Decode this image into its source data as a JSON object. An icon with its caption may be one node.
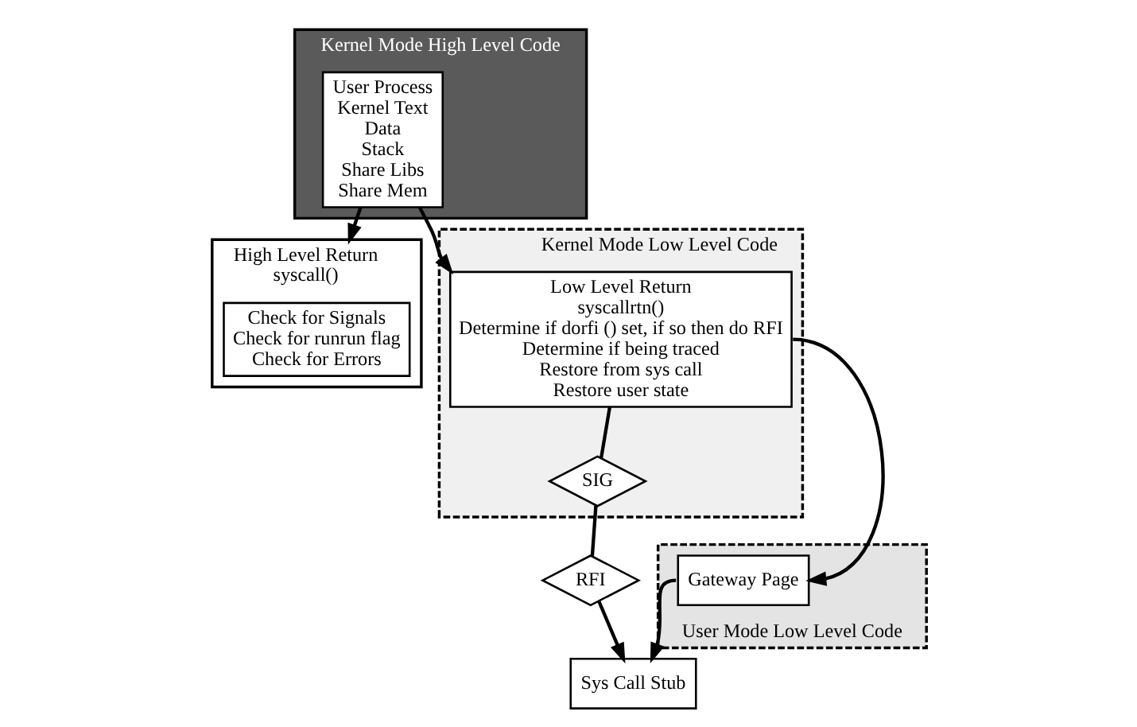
{
  "diagram": {
    "nodes": [
      {
        "text": [
          "Kernel Mode High Level Code"
        ]
      },
      {
        "text": [
          "User Process",
          "Kernel Text",
          "Data",
          "Stack",
          "Share Libs",
          "Share Mem"
        ],
        "in": 0
      },
      {
        "text": [
          "High Level Return",
          "syscall()"
        ]
      },
      {
        "text": [
          "Check for Signals",
          "Check for runrun flag",
          "Check for Errors"
        ],
        "in": 2
      },
      {
        "text": [
          "User Mode Low Level Code"
        ]
      },
      {
        "text": [
          "Sys Call Stub"
        ]
      },
      {
        "text": [
          "Gateway Page"
        ],
        "in": 4
      },
      {
        "text": [
          "Kernel Mode Low Level Code"
        ]
      },
      {
        "text": [
          "Low Level Return",
          "syscallrtn()",
          "Determine if dorfi () set, if so then do RFI",
          "Determine if being traced",
          "Restore from sys call",
          "Restore user state"
        ],
        "in": 7
      },
      {
        "text": [
          "RFI"
        ]
      },
      {
        "text": [
          "SIG"
        ],
        "in": 7
      }
    ],
    "edges": [
      {
        "from": 1,
        "to": 2,
        "arrow": "to"
      },
      {
        "from": 1,
        "to": 8,
        "arrow": "to"
      },
      {
        "from": 8,
        "to": 10,
        "arrow": "none"
      },
      {
        "from": 10,
        "to": 9,
        "arrow": "none"
      },
      {
        "from": 9,
        "to": 5,
        "arrow": "to"
      },
      {
        "from": 8,
        "to": 6,
        "arrow": "to"
      },
      {
        "from": 6,
        "to": 5,
        "arrow": "to"
      }
    ]
  }
}
